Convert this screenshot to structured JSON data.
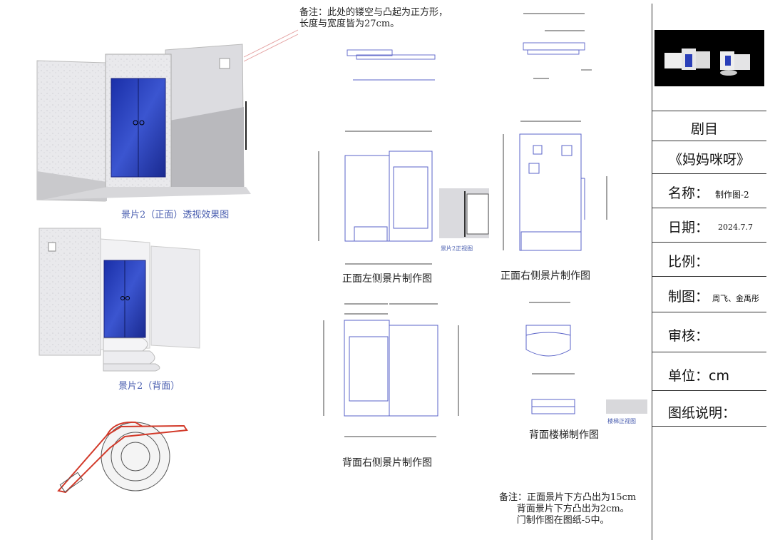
{
  "notes": {
    "top_note": "备注：此处的镂空与凸起为正方形，\n长度与宽度皆为27cm。",
    "bottom_note": "备注：正面景片下方凸出为15cm\n      背面景片下方凸出为2cm。\n      门制作图在图纸-5中。"
  },
  "captions": {
    "front_perspective": "景片2（正面）透视效果图",
    "back_view": "景片2（背面）",
    "front_left": "正面左侧景片制作图",
    "front_right": "正面右侧景片制作图",
    "back_right": "背面右侧景片制作图",
    "back_stairs": "背面楼梯制作图",
    "front_elev_small": "景片2正视图",
    "stairs_elev_small": "楼梯正视图"
  },
  "title_block": {
    "play_label": "剧目",
    "play_name": "《妈妈咪呀》",
    "name_label": "名称：",
    "name_value": "制作图-2",
    "date_label": "日期：",
    "date_value": "2024.7.7",
    "scale_label": "比例：",
    "drafter_label": "制图：",
    "drafter_value": "周飞、金禹彤",
    "review_label": "审核：",
    "unit_label": "单位：cm",
    "legend_label": "图纸说明："
  },
  "colors": {
    "door_blue": "#2a3fb8",
    "line_blue": "#5a63c8",
    "caption_blue": "#4b5fb0",
    "red_outline": "#d23a2a"
  }
}
